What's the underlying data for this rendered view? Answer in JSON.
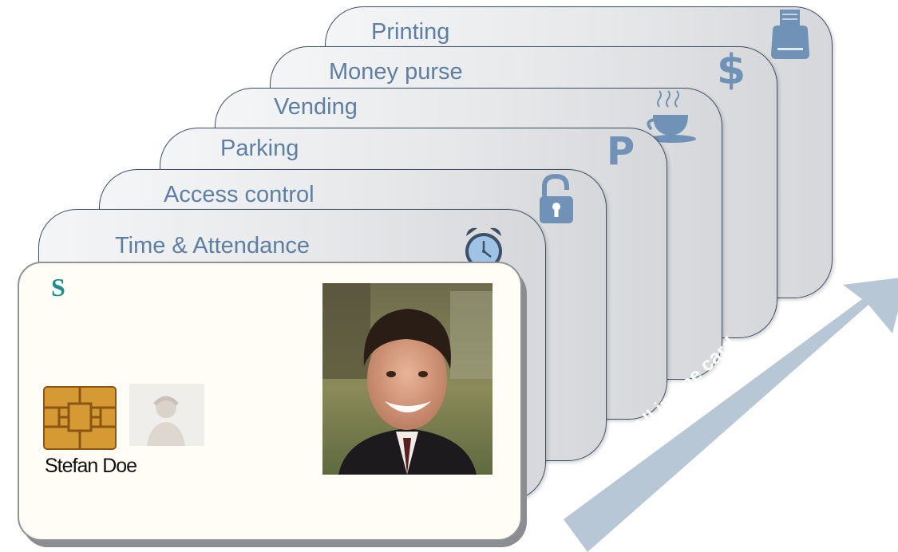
{
  "cards": [
    {
      "label": "Printing",
      "icon": "printer-icon"
    },
    {
      "label": "Money purse",
      "icon": "dollar-icon"
    },
    {
      "label": "Vending",
      "icon": "coffee-cup-icon"
    },
    {
      "label": "Parking",
      "icon": "parking-icon"
    },
    {
      "label": "Access control",
      "icon": "padlock-icon"
    },
    {
      "label": "Time & Attendance",
      "icon": "alarm-clock-icon"
    }
  ],
  "id_card": {
    "logo": "S",
    "name": "Stefan Doe"
  },
  "arrow": {
    "label": "All in one card",
    "color": "#b7c7d6"
  },
  "colors": {
    "label_text": "#5e7fa1",
    "icon_blue": "#6f92b6",
    "card_border": "#3e5066"
  }
}
